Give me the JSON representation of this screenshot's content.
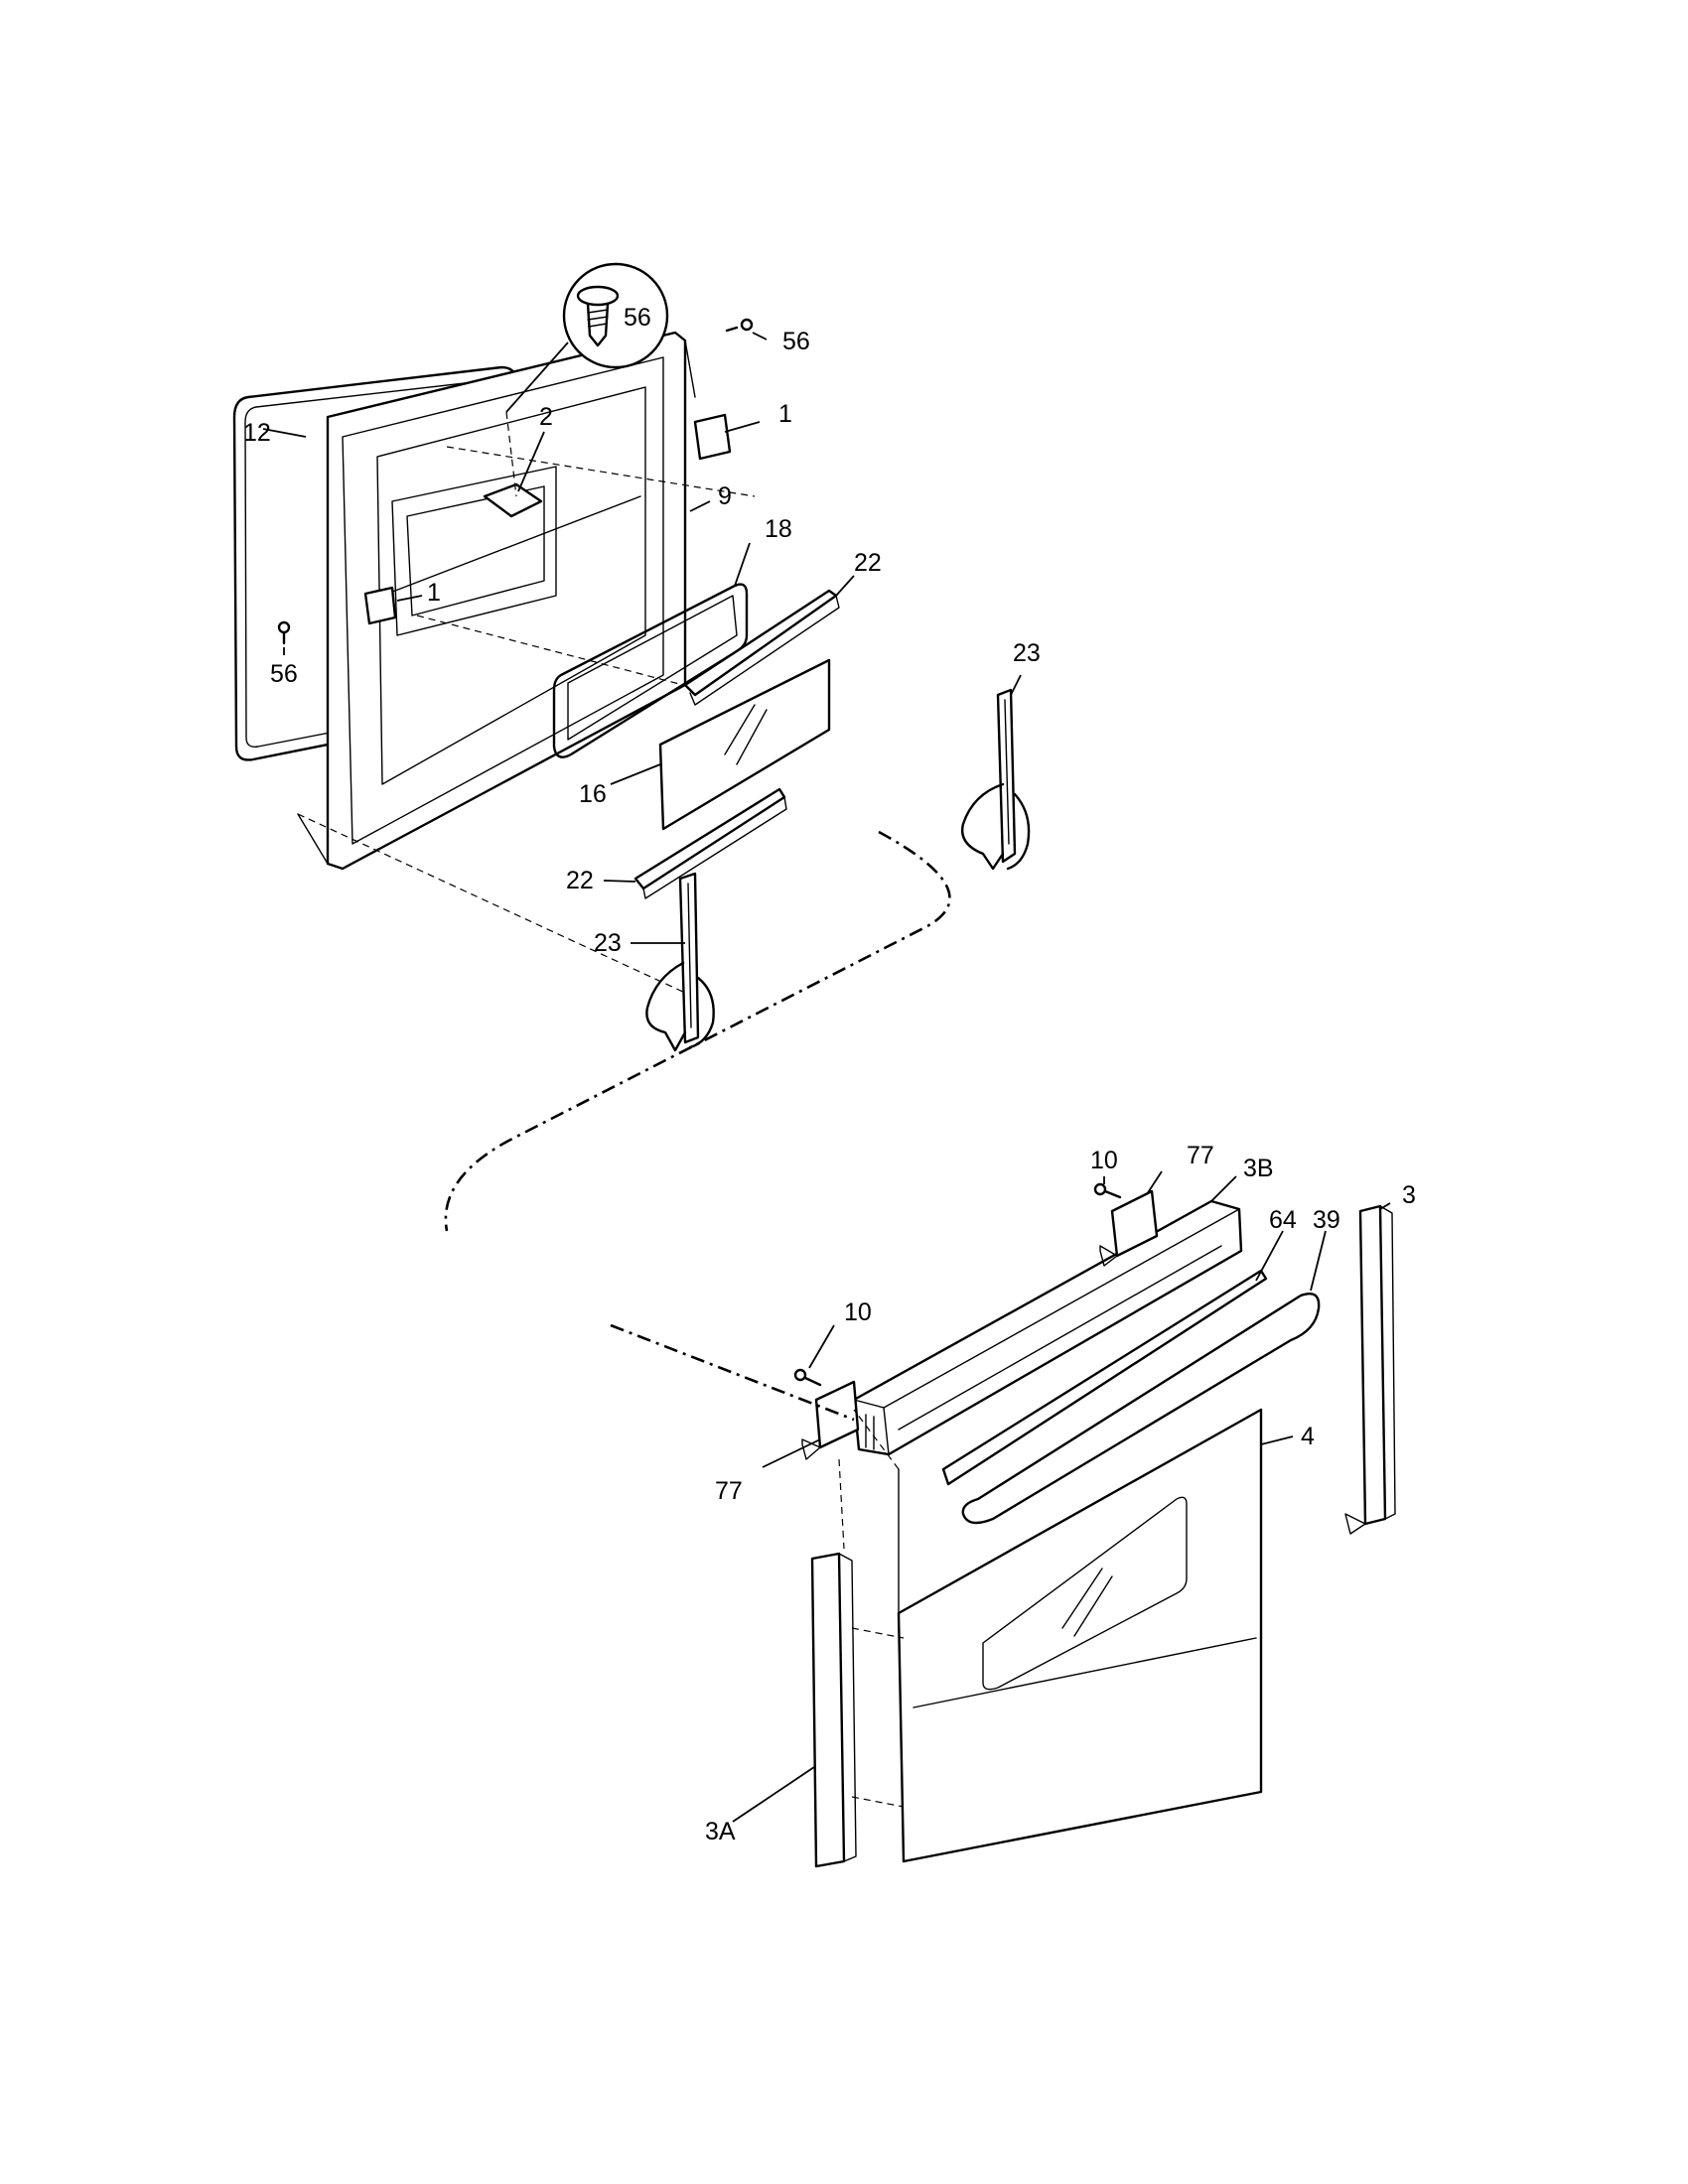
{
  "diagram": {
    "callouts": {
      "c56_zoom": "56",
      "c56_top": "56",
      "c1_top": "1",
      "c12": "12",
      "c2": "2",
      "c9": "9",
      "c18": "18",
      "c22_top": "22",
      "c1_mid": "1",
      "c56_left": "56",
      "c23_right": "23",
      "c16": "16",
      "c22_bot": "22",
      "c23_left": "23",
      "c10_top": "10",
      "c77_top": "77",
      "c3B": "3B",
      "c64": "64",
      "c39": "39",
      "c3": "3",
      "c10_bot": "10",
      "c4": "4",
      "c77_bot": "77",
      "c3A": "3A"
    }
  }
}
